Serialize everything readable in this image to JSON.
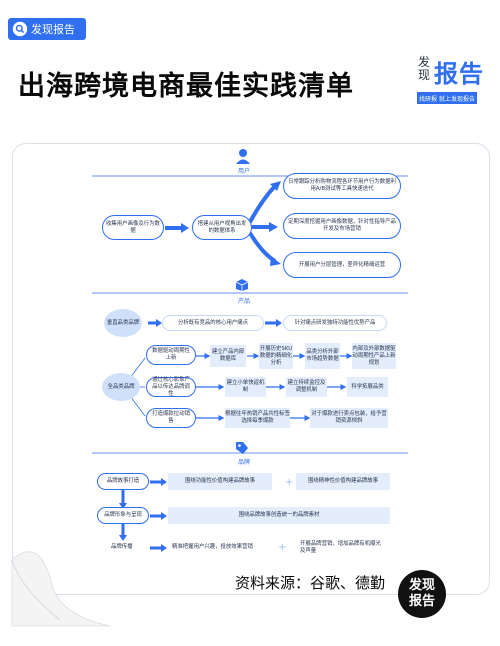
{
  "header": {
    "tag_label": "发现报告",
    "title": "出海跨境电商最佳实践清单",
    "brand_caption": "发现",
    "brand_name": "报告",
    "brand_slogan": "找研报 就上发现报告"
  },
  "sections": {
    "user": {
      "caption": "用户",
      "start": "收集用户画像及行为数据",
      "mid": "搭建从用户视角出发的数据体系",
      "outcomes": [
        "日常跟踪分析购物流程各环节用户行为数据利用A/B测试等工具快速迭代",
        "定期深度挖掘用户画像数据，针对性指导产品开发及市场营销",
        "开展用户分层管理，差异化精细运营"
      ]
    },
    "product": {
      "caption": "产品",
      "vertical": {
        "category": "垂直品类品牌",
        "step": "分析既有竞品的核心用户痛点",
        "result": "针对痛点研发独特功能性优势产品"
      },
      "full": {
        "category": "全品类品牌",
        "left": [
          "数据驱动周期性上新",
          "通过核心影象产品以传达品牌调性",
          "打造爆款拉动销售"
        ],
        "step1": "建立产品内部数据库",
        "step2": "开展历史SKU数据的精细化分析",
        "step3": "品类分析外部市场趋势数据",
        "step4": "内部及外部数据驱动周期性产品上新规划",
        "step5": "建立小单快返机制",
        "step6": "建立持续监控及调整机制",
        "step7": "科学拓展品类",
        "step8": "根据往年热销产品共性标签选择每季爆款",
        "step9": "对于爆款进行卖点包装，给予营销资源倾斜"
      }
    },
    "brand": {
      "caption": "品牌",
      "rows": [
        {
          "label": "品牌故事打造",
          "desc": "围绕功能性价值构建品牌故事",
          "desc2": "围绕精神性价值构建品牌故事"
        },
        {
          "label": "品牌形象与呈现",
          "desc": "围绕品牌故事创造统一的品牌素材"
        },
        {
          "label": "品牌传播",
          "desc": "精准把握用户兴趣，投放效果营销",
          "desc2": "开展品牌营销，增加品牌有机曝光及声量"
        }
      ]
    }
  },
  "footer": {
    "source": "资料来源：谷歌、德勤",
    "logo_text": "发现报告"
  },
  "colors": {
    "accent": "#2f6ff0",
    "light": "#cfe0fb",
    "panel": "#e4edfb"
  }
}
